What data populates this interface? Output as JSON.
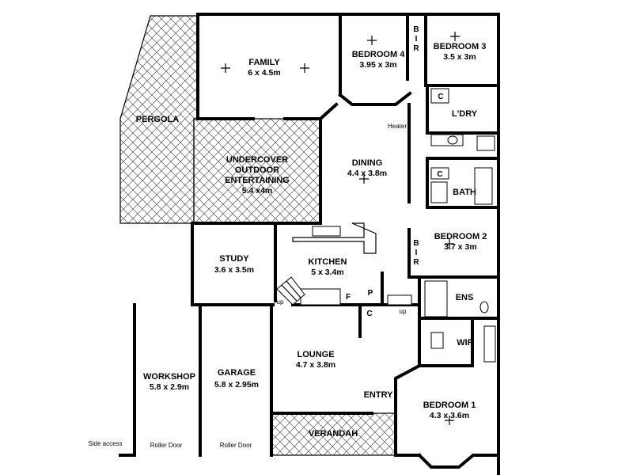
{
  "rooms": {
    "family": {
      "name": "FAMILY",
      "dim": "6 x 4.5m"
    },
    "bedroom4": {
      "name": "BEDROOM 4",
      "dim": "3.95 x 3m"
    },
    "bedroom3": {
      "name": "BEDROOM 3",
      "dim": "3.5 x 3m"
    },
    "pergola": {
      "name": "PERGOLA"
    },
    "outdoor": {
      "line1": "UNDERCOVER",
      "line2": "OUTDOOR",
      "line3": "ENTERTAINING",
      "dim": "5.4 x4m"
    },
    "dining": {
      "name": "DINING",
      "dim": "4.4 x 3.8m"
    },
    "laundry": {
      "name": "L'DRY"
    },
    "bath": {
      "name": "BATH"
    },
    "bedroom2": {
      "name": "BEDROOM 2",
      "dim": "3.7 x 3m"
    },
    "study": {
      "name": "STUDY",
      "dim": "3.6 x 3.5m"
    },
    "kitchen": {
      "name": "KITCHEN",
      "dim": "5 x 3.4m"
    },
    "ensuite": {
      "name": "ENS"
    },
    "wir": {
      "name": "WIR"
    },
    "workshop": {
      "name": "WORKSHOP",
      "dim": "5.8 x 2.9m"
    },
    "garage": {
      "name": "GARAGE",
      "dim": "5.8 x 2.95m"
    },
    "lounge": {
      "name": "LOUNGE",
      "dim": "4.7 x 3.8m"
    },
    "entry": {
      "name": "ENTRY"
    },
    "bedroom1": {
      "name": "BEDROOM 1",
      "dim": "4.3 x 3.6m"
    },
    "verandah": {
      "name": "VERANDAH"
    }
  },
  "labels": {
    "heater": "Heater",
    "bir_top": [
      "B",
      "I",
      "R"
    ],
    "bir_mid": [
      "B",
      "I",
      "R"
    ],
    "c": "C",
    "f": "F",
    "p": "P",
    "up": "up",
    "side_access": "Side access",
    "roller_door": "Roller Door"
  }
}
